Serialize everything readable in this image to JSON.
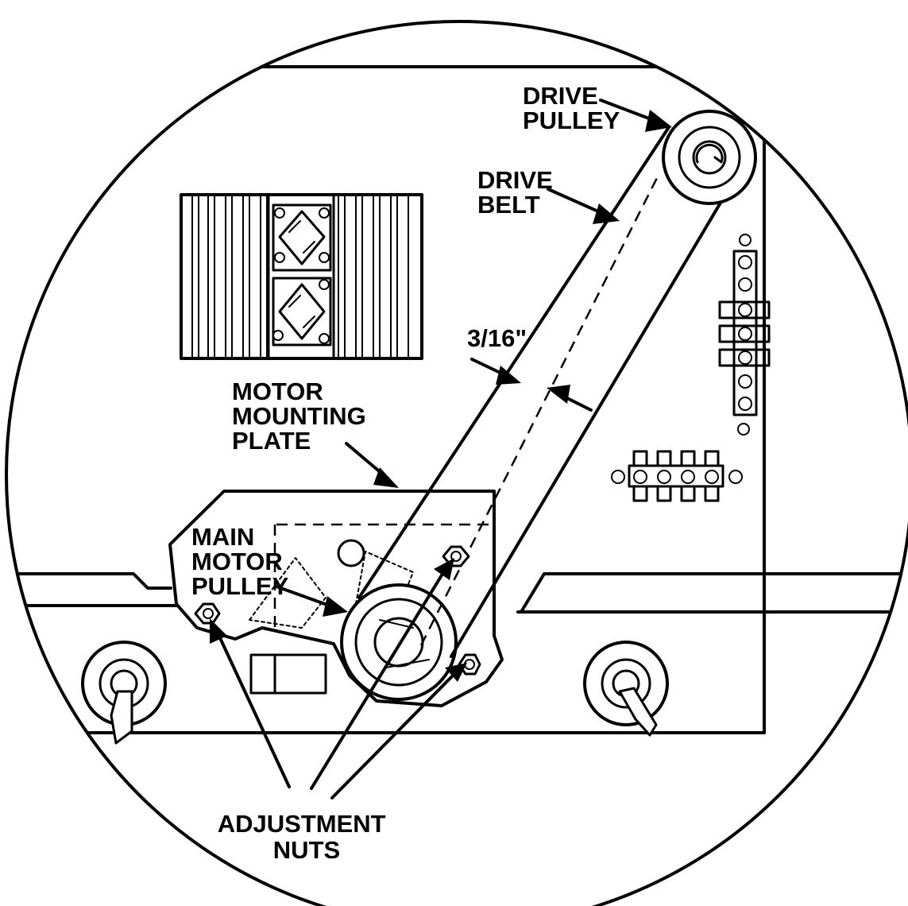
{
  "labels": {
    "drive_pulley": [
      "DRIVE",
      "PULLEY"
    ],
    "drive_belt": [
      "DRIVE",
      "BELT"
    ],
    "deflection": "3/16\"",
    "motor_mounting_plate": [
      "MOTOR",
      "MOUNTING",
      "PLATE"
    ],
    "main_motor_pulley": [
      "MAIN",
      "MOTOR",
      "PULLEY"
    ],
    "adjustment_nuts": [
      "ADJUSTMENT",
      "NUTS"
    ]
  }
}
